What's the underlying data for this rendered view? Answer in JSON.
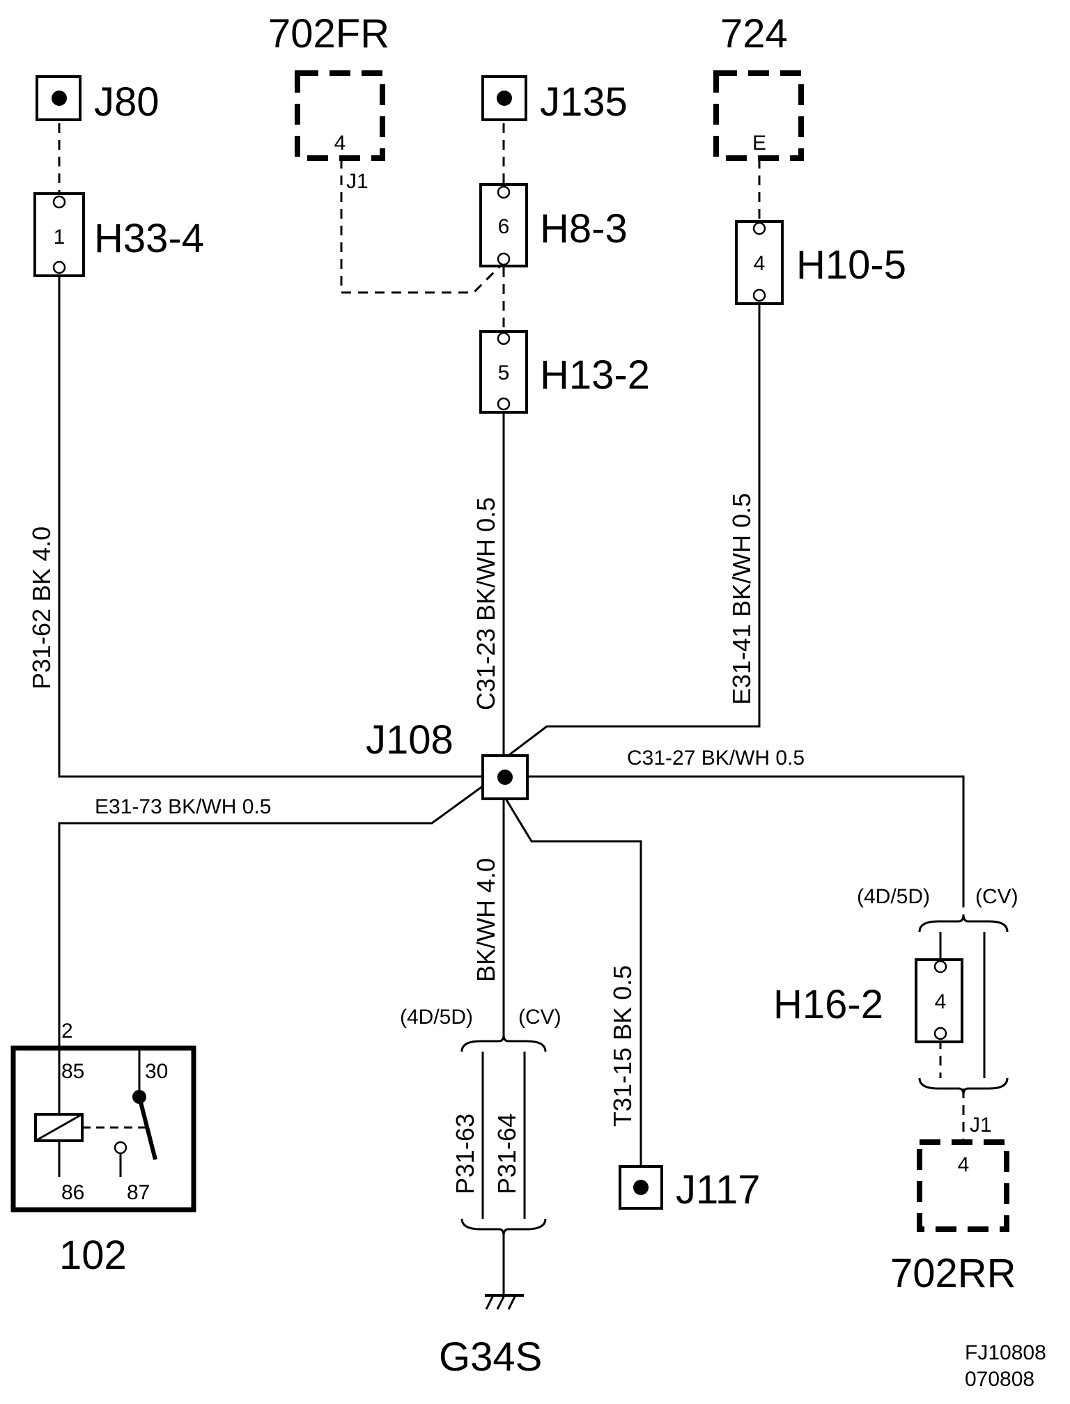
{
  "diagram": {
    "ground_points": {
      "j80": "J80",
      "j135": "J135",
      "j117": "J117"
    },
    "modules": {
      "m702fr": "702FR",
      "m724": "724",
      "m702rr": "702RR"
    },
    "module_pins": {
      "m702fr_pin": "4",
      "m702fr_conn": "J1",
      "m724_pin": "E",
      "m702rr_pin": "4",
      "m702rr_conn": "J1"
    },
    "connectors": {
      "h33_4": {
        "name": "H33-4",
        "pin": "1"
      },
      "h8_3": {
        "name": "H8-3",
        "pin": "6"
      },
      "h13_2": {
        "name": "H13-2",
        "pin": "5"
      },
      "h10_5": {
        "name": "H10-5",
        "pin": "4"
      },
      "h16_2": {
        "name": "H16-2",
        "pin": "4"
      }
    },
    "splice": "J108",
    "wires": {
      "p31_62": "P31-62  BK   4.0",
      "c31_23": "C31-23  BK/WH   0.5",
      "e31_41": "E31-41  BK/WH   0.5",
      "c31_27": "C31-27  BK/WH  0.5",
      "e31_73": "E31-73   BK/WH  0.5",
      "bkwh_40": "BK/WH   4.0",
      "t31_15": "T31-15     BK  0.5",
      "p31_63": "P31-63",
      "p31_64": "P31-64"
    },
    "variants": {
      "left_a": "(4D/5D)",
      "left_b": "(CV)",
      "right_a": "(4D/5D)",
      "right_b": "(CV)"
    },
    "relay": {
      "name": "102",
      "pin2": "2",
      "pin85": "85",
      "pin30": "30",
      "pin86": "86",
      "pin87": "87"
    },
    "ground": "G34S",
    "doc_id_1": "FJ10808",
    "doc_id_2": "070808"
  }
}
